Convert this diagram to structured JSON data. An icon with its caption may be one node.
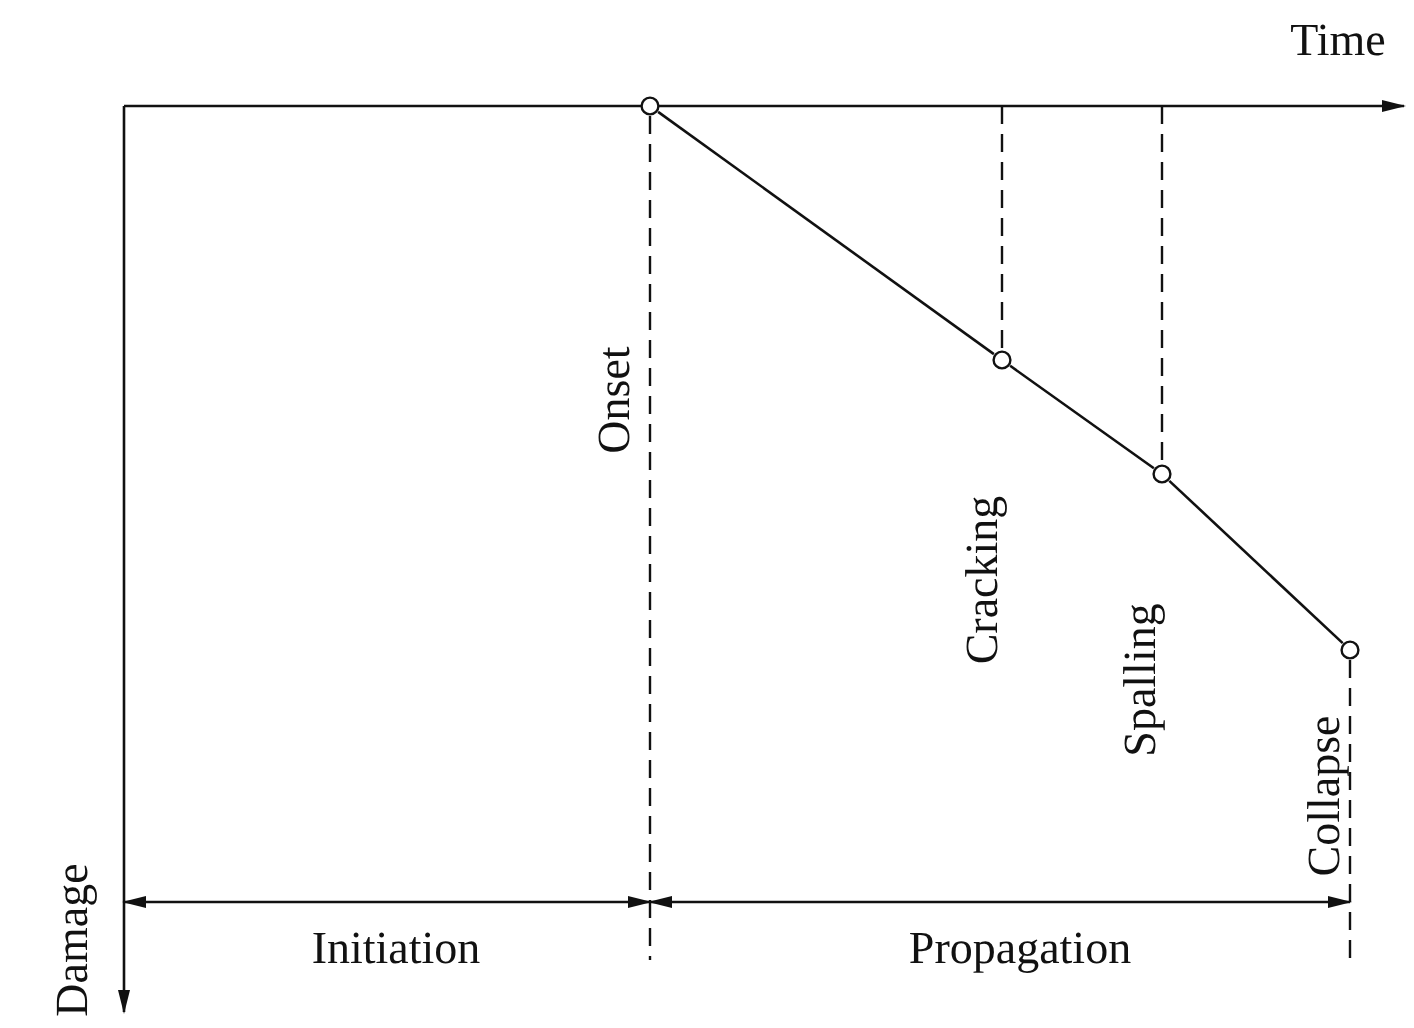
{
  "diagram": {
    "nodes": [
      {
        "text": [],
        "shape": "circle"
      },
      {
        "text": [],
        "shape": "circle"
      },
      {
        "text": [],
        "shape": "circle"
      },
      {
        "text": [],
        "shape": "circle"
      }
    ],
    "edges": [
      {
        "from": 0,
        "to": 1,
        "arrow": "none"
      },
      {
        "from": 1,
        "to": 2,
        "arrow": "none"
      },
      {
        "from": 2,
        "to": 3,
        "arrow": "none"
      }
    ],
    "labels": [
      "Time",
      "Onset",
      "Cracking",
      "Spalling",
      "Collapse",
      "Damage",
      "Initiation",
      "Propagation"
    ]
  }
}
